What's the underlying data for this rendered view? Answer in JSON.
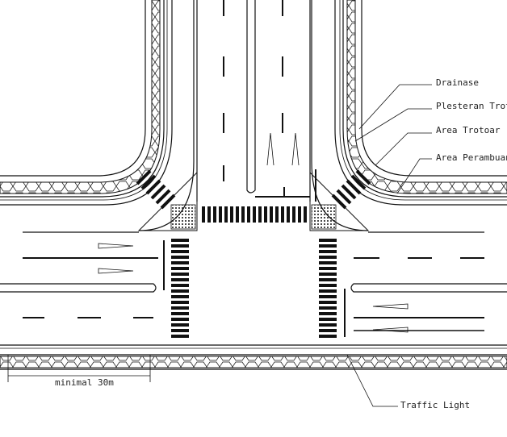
{
  "labels": {
    "drainase": "Drainase",
    "plesteran": "Plesteran Trotoar",
    "area_trotoar": "Area Trotoar",
    "area_perambuan": "Area Perambuan",
    "traffic_light": "Traffic Light",
    "minimal": "minimal 30m"
  },
  "colors": {
    "line": "#111111",
    "background": "#ffffff",
    "hatch": "#222222"
  }
}
